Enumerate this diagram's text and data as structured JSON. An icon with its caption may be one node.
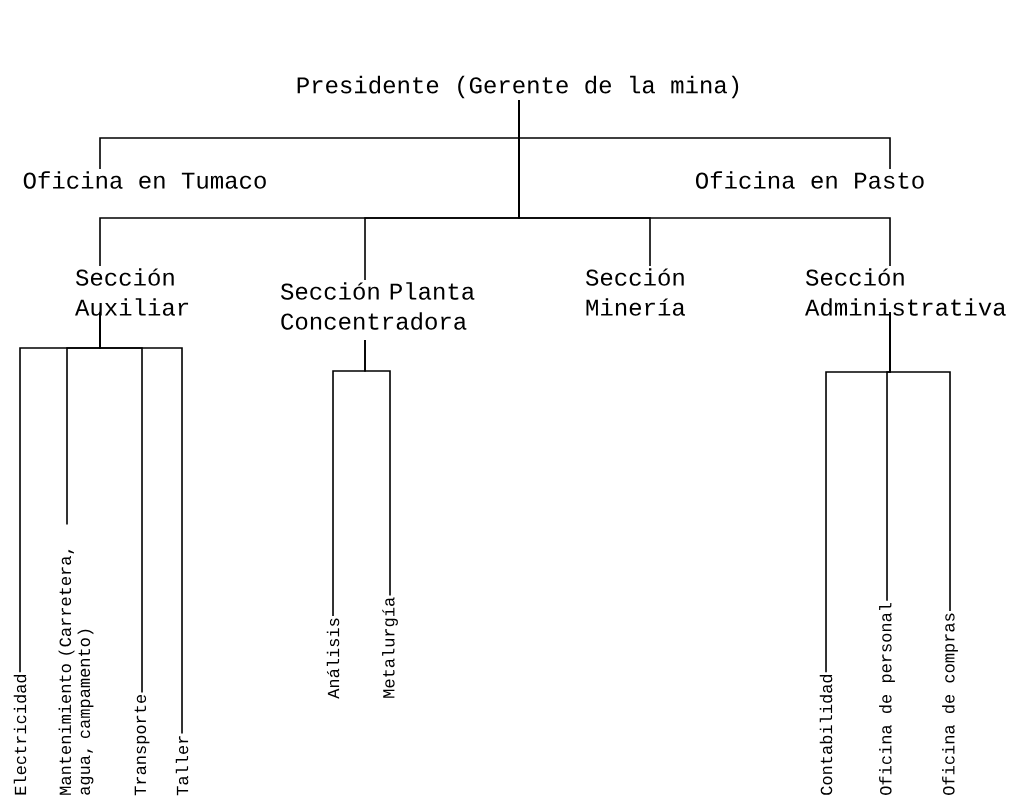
{
  "diagram": {
    "nodes": [
      {
        "text": [
          "Presidente (Gerente de la mina)"
        ]
      },
      {
        "text": [
          "Oficina en Tumaco"
        ]
      },
      {
        "text": [
          "Oficina en Pasto"
        ]
      },
      {
        "text": [
          "Sección Auxiliar"
        ]
      },
      {
        "text": [
          "Sección Planta Concentradora"
        ]
      },
      {
        "text": [
          "Sección Minería"
        ]
      },
      {
        "text": [
          "Sección Administrativa"
        ]
      },
      {
        "text": [
          "Electricidad"
        ]
      },
      {
        "text": [
          "Mantenimiento (Carretera, agua, campamento)"
        ]
      },
      {
        "text": [
          "Transporte"
        ]
      },
      {
        "text": [
          "Taller"
        ]
      },
      {
        "text": [
          "Análisis"
        ]
      },
      {
        "text": [
          "Metalurgía"
        ]
      },
      {
        "text": [
          "Contabilidad"
        ]
      },
      {
        "text": [
          "Oficina de personal"
        ]
      },
      {
        "text": [
          "Oficina de compras"
        ]
      }
    ],
    "edges": [
      {
        "from": 0,
        "to": 1,
        "arrow": "none"
      },
      {
        "from": 0,
        "to": 2,
        "arrow": "none"
      },
      {
        "from": 0,
        "to": 3,
        "arrow": "none"
      },
      {
        "from": 0,
        "to": 4,
        "arrow": "none"
      },
      {
        "from": 0,
        "to": 5,
        "arrow": "none"
      },
      {
        "from": 0,
        "to": 6,
        "arrow": "none"
      },
      {
        "from": 3,
        "to": 7,
        "arrow": "none"
      },
      {
        "from": 3,
        "to": 8,
        "arrow": "none"
      },
      {
        "from": 3,
        "to": 9,
        "arrow": "none"
      },
      {
        "from": 3,
        "to": 10,
        "arrow": "none"
      },
      {
        "from": 4,
        "to": 11,
        "arrow": "none"
      },
      {
        "from": 4,
        "to": 12,
        "arrow": "none"
      },
      {
        "from": 6,
        "to": 13,
        "arrow": "none"
      },
      {
        "from": 6,
        "to": 14,
        "arrow": "none"
      },
      {
        "from": 6,
        "to": 15,
        "arrow": "none"
      }
    ]
  }
}
